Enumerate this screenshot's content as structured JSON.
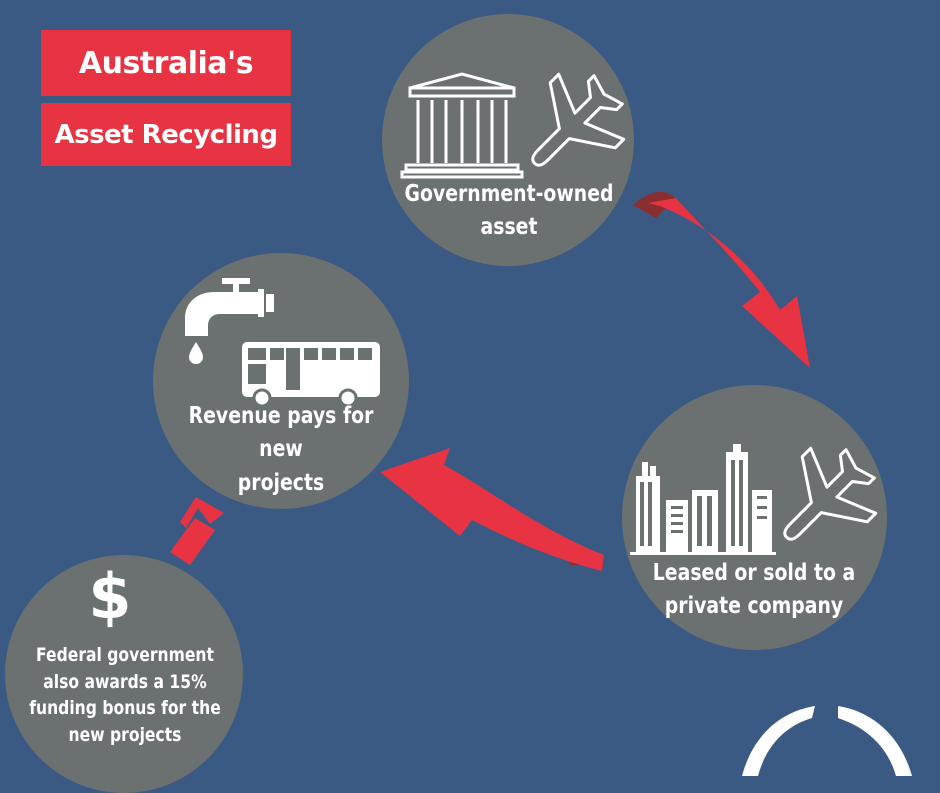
{
  "title": {
    "line1": "Australia's",
    "line2": "Asset Recycling"
  },
  "colors": {
    "background": "#3a5a84",
    "accent": "#e83343",
    "circle": "#6b7071",
    "arrow_fold": "#8b2e30"
  },
  "nodes": {
    "asset": {
      "label": "Government-owned asset",
      "line1": "Government-owned",
      "line2": "asset",
      "icons": [
        "government-building-icon",
        "airplane-icon"
      ]
    },
    "leased": {
      "label": "Leased or sold to a private company",
      "line1": "Leased or sold to a",
      "line2": "private company",
      "icons": [
        "city-skyline-icon",
        "airplane-icon"
      ]
    },
    "revenue": {
      "label": "Revenue pays for new projects",
      "line1": "Revenue pays for new",
      "line2": "projects",
      "icons": [
        "water-tap-icon",
        "bus-icon"
      ]
    },
    "bonus": {
      "label": "Federal government also awards a 15% funding bonus for the new projects",
      "icon_text": "$",
      "lines": [
        "Federal government",
        "also awards a 15%",
        "funding bonus for the",
        "new projects"
      ]
    }
  },
  "edges": [
    {
      "from": "asset",
      "to": "leased"
    },
    {
      "from": "leased",
      "to": "revenue"
    },
    {
      "from": "bonus",
      "to": "revenue"
    }
  ]
}
